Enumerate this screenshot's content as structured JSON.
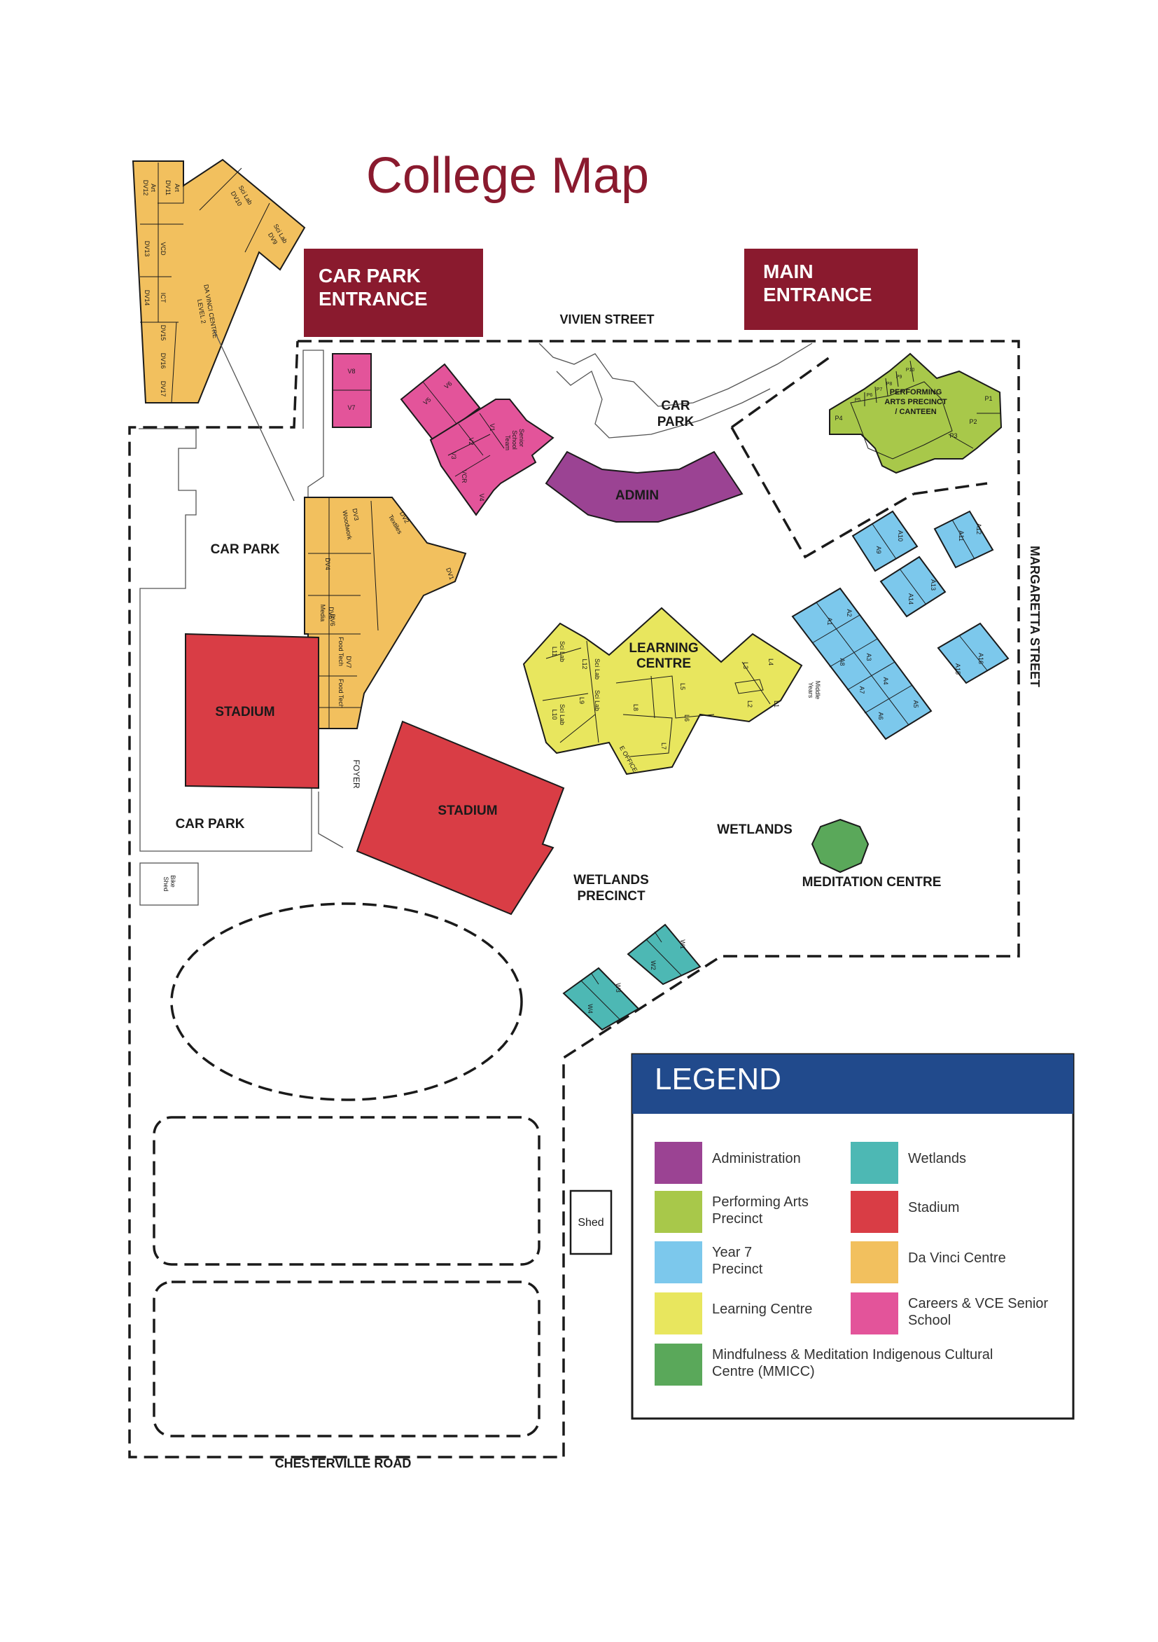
{
  "title": "College Map",
  "entrances": {
    "car_park": [
      "CAR PARK",
      "ENTRANCE"
    ],
    "main": [
      "MAIN",
      "ENTRANCE"
    ]
  },
  "roads": {
    "vivien": "VIVIEN STREET",
    "margaretta": "MARGARETTA STREET",
    "chesterville": "CHESTERVILLE ROAD"
  },
  "areas": {
    "car_park_top": [
      "CAR",
      "PARK"
    ],
    "car_park_left": "CAR PARK",
    "car_park_bottom": "CAR PARK",
    "wetlands": "WETLANDS",
    "wetlands_precinct": [
      "WETLANDS",
      "PRECINCT"
    ],
    "meditation_centre": "MEDITATION CENTRE",
    "foyer": "FOYER",
    "bike_shed": [
      "Bike",
      "Shed"
    ],
    "shed": "Shed"
  },
  "buildings": {
    "admin": "ADMIN",
    "stadium_1": "STADIUM",
    "stadium_2": "STADIUM",
    "learning_centre": [
      "LEARNING",
      "CENTRE"
    ],
    "performing_arts": [
      "PERFORMING",
      "ARTS PRECINCT",
      "/ CANTEEN"
    ],
    "da_vinci_level2": [
      "DA VINCI CENTRE",
      "LEVEL 2"
    ],
    "middle_years": [
      "Middle",
      "Years"
    ],
    "senior_school": [
      "Senior",
      "School",
      "Team"
    ],
    "office": "E OFFICE"
  },
  "rooms": {
    "da_vinci_upper": [
      "Art",
      "DV11",
      "Art",
      "DV12",
      "Sci Lab",
      "DV10",
      "Sci Lab",
      "DV9",
      "VCD",
      "DV13",
      "ICT",
      "DV14",
      "DV15",
      "DV16",
      "DV17"
    ],
    "da_vinci_lower": [
      "DV3",
      "Woodwork",
      "DV2",
      "Textiles",
      "DV4",
      "DV1",
      "DV5",
      "Media",
      "DV6",
      "Food Tech",
      "DV7",
      "Food Tech"
    ],
    "senior": [
      "V8",
      "V7",
      "V5",
      "V6",
      "V2",
      "V1",
      "V3",
      "VCR",
      "V4"
    ],
    "learning": [
      "Sci Lab",
      "L11",
      "Sci Lab",
      "L12",
      "L9",
      "Sci Lab",
      "Sci Lab",
      "L10",
      "L8",
      "L5",
      "L6",
      "L7",
      "L3",
      "L4",
      "L2",
      "L1"
    ],
    "year7": [
      "A10",
      "A9",
      "A11",
      "A12",
      "A13",
      "A14",
      "A1",
      "A2",
      "A3",
      "A4",
      "A5",
      "A6",
      "A7",
      "A8",
      "A15",
      "A16"
    ],
    "performing": [
      "P10",
      "P9",
      "P8",
      "P7",
      "P6",
      "P5",
      "P4",
      "P3",
      "P2",
      "P1"
    ],
    "wetlands": [
      "W1",
      "W2",
      "W3",
      "W4"
    ]
  },
  "legend": {
    "title": "LEGEND",
    "items": [
      {
        "label": [
          "Administration"
        ],
        "color": "#9b4393"
      },
      {
        "label": [
          "Wetlands"
        ],
        "color": "#4db8b4"
      },
      {
        "label": [
          "Performing Arts",
          "Precinct"
        ],
        "color": "#a8c84a"
      },
      {
        "label": [
          "Stadium"
        ],
        "color": "#d93d45"
      },
      {
        "label": [
          "Year 7",
          "Precinct"
        ],
        "color": "#7cc8ec"
      },
      {
        "label": [
          "Da Vinci Centre"
        ],
        "color": "#f2c05e"
      },
      {
        "label": [
          "Learning Centre"
        ],
        "color": "#e8e65e"
      },
      {
        "label": [
          "Careers & VCE Senior",
          "School"
        ],
        "color": "#e3549a"
      },
      {
        "label": [
          "Mindfulness & Meditation Indigenous Cultural",
          "Centre (MMICC)"
        ],
        "color": "#5aa85a"
      }
    ]
  },
  "colors": {
    "admin": "#9b4393",
    "performing_arts": "#a8c84a",
    "year7": "#7cc8ec",
    "learning": "#e8e65e",
    "meditation": "#5aa85a",
    "wetlands": "#4db8b4",
    "stadium": "#d93d45",
    "da_vinci": "#f2c05e",
    "senior": "#e3549a",
    "entrance": "#8a1a2e",
    "legend_header": "#214a8c"
  }
}
